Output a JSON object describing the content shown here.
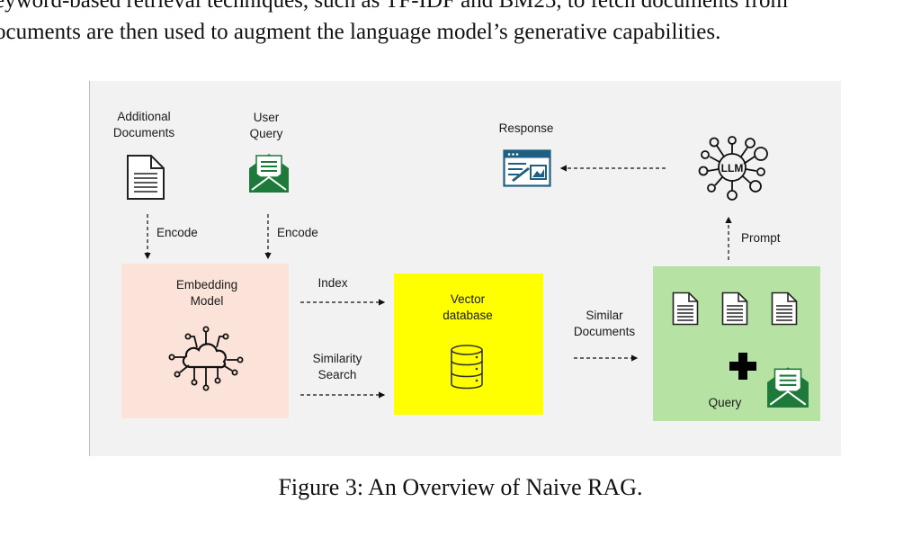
{
  "paper": {
    "line1": "eyword-based retrieval techniques, such as TF-IDF and BM25, to fetch documents from",
    "line2": "ocuments are then used to augment the language model’s generative capabilities.",
    "caption": "Figure 3: An Overview of Naive RAG."
  },
  "figure": {
    "additional_documents": "Additional\nDocuments",
    "user_query": "User\nQuery",
    "encode_left": "Encode",
    "encode_right": "Encode",
    "embedding_model": "Embedding\nModel",
    "index": "Index",
    "similarity_search": "Similarity\nSearch",
    "vector_database": "Vector\ndatabase",
    "similar_documents": "Similar\nDocuments",
    "query": "Query",
    "prompt": "Prompt",
    "response": "Response",
    "llm": "LLM"
  },
  "colors": {
    "figure_bg": "#f2f2f2",
    "embedding_box": "#fbe3d9",
    "vector_box": "#ffff00",
    "query_box": "#b6e3a3",
    "envelope_green": "#1e7a3a",
    "response_blue": "#1f5f82"
  },
  "icons": [
    "document-icon",
    "envelope-icon",
    "cloud-network-icon",
    "database-icon",
    "llm-network-icon",
    "response-window-icon",
    "plus-icon"
  ]
}
